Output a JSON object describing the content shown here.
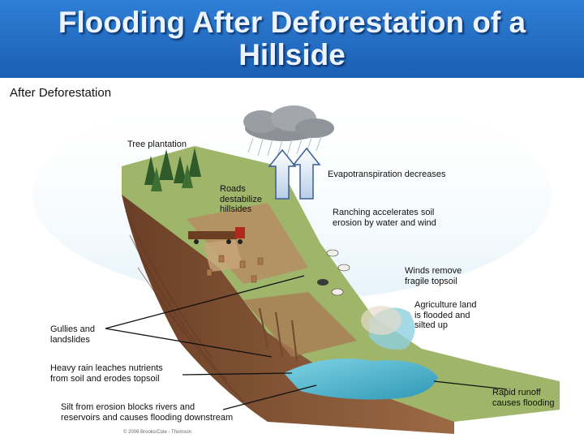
{
  "header": {
    "title": "Flooding After Deforestation of a Hillside",
    "subtitle": "After Deforestation"
  },
  "labels": {
    "tree_plantation": "Tree plantation",
    "evapotranspiration": "Evapotranspiration decreases",
    "roads": "Roads\ndestabilize\nhillsides",
    "ranching": "Ranching accelerates soil\nerosion by water and wind",
    "winds": "Winds remove\nfragile topsoil",
    "agriculture": "Agriculture land\nis flooded and\nsilted up",
    "gullies": "Gullies and\nlandslides",
    "heavy_rain": "Heavy rain leaches nutrients\nfrom soil and erodes topsoil",
    "rapid_runoff": "Rapid runoff\ncauses flooding",
    "silt": "Silt from erosion blocks rivers and\nreservoirs and causes flooding downstream",
    "copyright": "© 2006 Brooks/Cole - Thomson"
  },
  "colors": {
    "banner": "#1a5fb3",
    "water": "#4fb6cf",
    "soil": "#8a5a3a",
    "grass": "#8fae5c"
  }
}
